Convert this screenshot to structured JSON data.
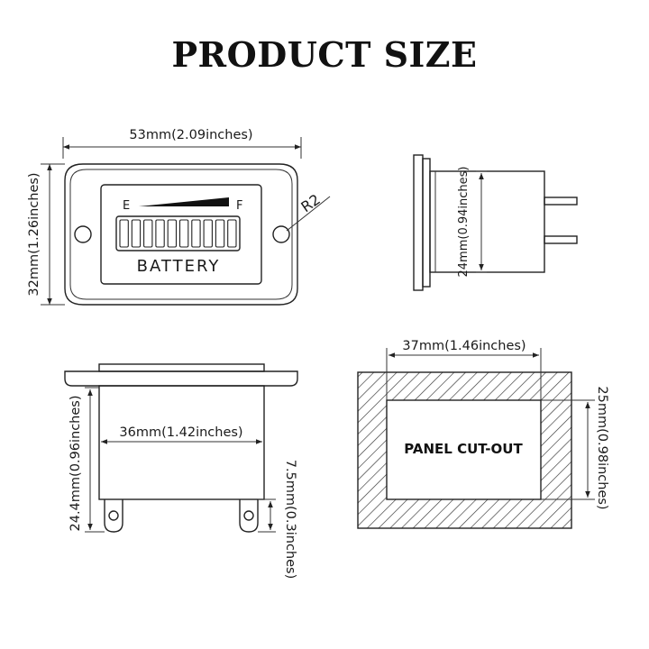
{
  "title": "PRODUCT SIZE",
  "front_view": {
    "width_label": "53mm(2.09inches)",
    "height_label": "32mm(1.26inches)",
    "radius_label": "R2",
    "gauge_empty": "E",
    "gauge_full": "F",
    "display_label": "BATTERY",
    "segment_count": 10
  },
  "side_view": {
    "height_label": "24mm(0.94inches)"
  },
  "bottom_view": {
    "width_label": "36mm(1.42inches)",
    "depth_label": "24.4mm(0.96inches)",
    "terminal_label": "7.5mm(0.3inches)"
  },
  "cutout_view": {
    "width_label": "37mm(1.46inches)",
    "height_label": "25mm(0.98inches)",
    "center_label": "PANEL CUT-OUT"
  }
}
